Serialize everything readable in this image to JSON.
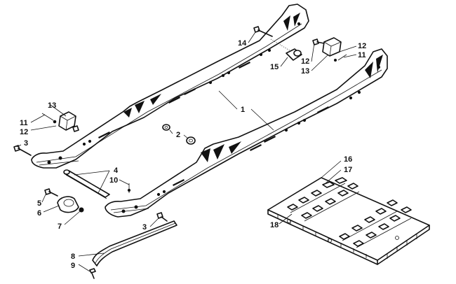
{
  "callouts": [
    {
      "id": "c1",
      "label": "1"
    },
    {
      "id": "c2",
      "label": "2"
    },
    {
      "id": "c3a",
      "label": "3"
    },
    {
      "id": "c3b",
      "label": "3"
    },
    {
      "id": "c4",
      "label": "4"
    },
    {
      "id": "c5",
      "label": "5"
    },
    {
      "id": "c6",
      "label": "6"
    },
    {
      "id": "c7",
      "label": "7"
    },
    {
      "id": "c8",
      "label": "8"
    },
    {
      "id": "c9",
      "label": "9"
    },
    {
      "id": "c10",
      "label": "10"
    },
    {
      "id": "c11a",
      "label": "11"
    },
    {
      "id": "c11b",
      "label": "11"
    },
    {
      "id": "c12a",
      "label": "12"
    },
    {
      "id": "c12b",
      "label": "12"
    },
    {
      "id": "c12c",
      "label": "12"
    },
    {
      "id": "c13a",
      "label": "13"
    },
    {
      "id": "c13b",
      "label": "13"
    },
    {
      "id": "c14",
      "label": "14"
    },
    {
      "id": "c15",
      "label": "15"
    },
    {
      "id": "c16",
      "label": "16"
    },
    {
      "id": "c17",
      "label": "17"
    },
    {
      "id": "c18",
      "label": "18"
    }
  ]
}
